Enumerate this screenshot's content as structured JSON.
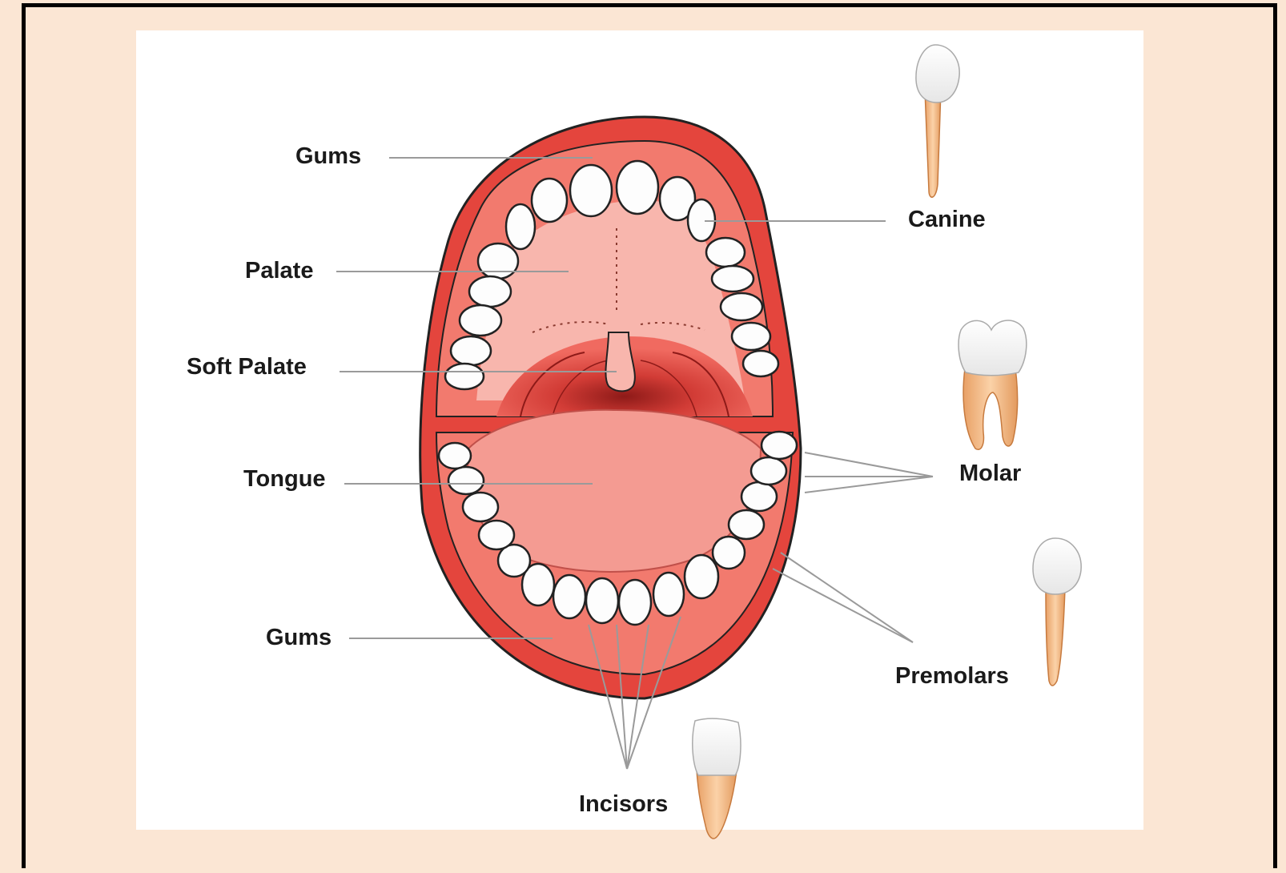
{
  "labels": {
    "gums_top": "Gums",
    "palate": "Palate",
    "soft_palate": "Soft Palate",
    "tongue": "Tongue",
    "gums_bottom": "Gums",
    "canine": "Canine",
    "molar": "Molar",
    "premolars": "Premolars",
    "incisors": "Incisors"
  },
  "colors": {
    "background": "#fbe6d4",
    "lip": "#e8554d",
    "gum": "#f08a80",
    "palate": "#f7b8ae",
    "tongue": "#f29a92",
    "throat": "#c9302c",
    "tooth": "#ffffff",
    "root": "#f2b57a"
  }
}
